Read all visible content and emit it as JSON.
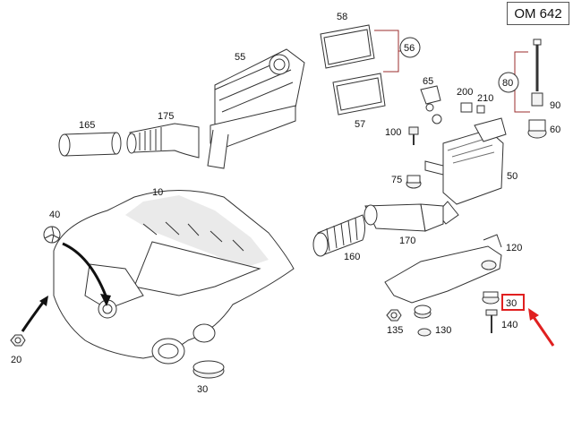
{
  "title": "OM 642",
  "labels": {
    "p10": "10",
    "p20": "20",
    "p30a": "30",
    "p30b": "30",
    "p40": "40",
    "p50": "50",
    "p55": "55",
    "p56": "56",
    "p57": "57",
    "p58": "58",
    "p60": "60",
    "p65": "65",
    "p75": "75",
    "p80": "80",
    "p90": "90",
    "p100": "100",
    "p120": "120",
    "p130": "130",
    "p135": "135",
    "p140": "140",
    "p160": "160",
    "p165": "165",
    "p170": "170",
    "p175": "175",
    "p200": "200",
    "p210": "210"
  },
  "highlight": {
    "label": "30",
    "color": "#e02020"
  }
}
